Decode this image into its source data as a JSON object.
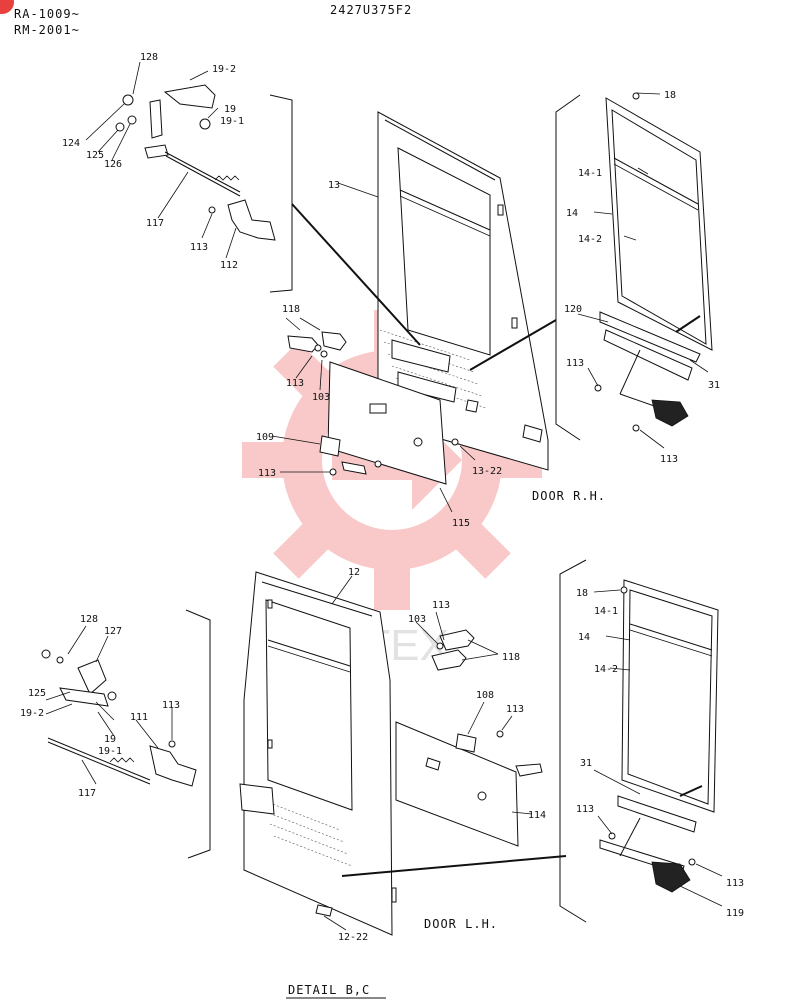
{
  "header": {
    "serial_1": "RA-1009~",
    "serial_2": "RM-2001~",
    "doc_number": "2427U375F2"
  },
  "sections": {
    "door_rh": "DOOR R.H.",
    "door_lh": "DOOR L.H.",
    "detail": "DETAIL B,C"
  },
  "labels_rh": {
    "l128": "128",
    "l19_2": "19-2",
    "l19": "19",
    "l19_1": "19-1",
    "l124": "124",
    "l125": "125",
    "l126": "126",
    "l117": "117",
    "l113a": "113",
    "l112": "112",
    "l13": "13",
    "l118": "118",
    "l113b": "113",
    "l103": "103",
    "l109": "109",
    "l113c": "113",
    "l13_22": "13-22",
    "l115": "115",
    "l18": "18",
    "l14_1": "14-1",
    "l14": "14",
    "l14_2": "14-2",
    "l120": "120",
    "l113d": "113",
    "l31": "31",
    "l113e": "113"
  },
  "labels_lh": {
    "l12": "12",
    "l128": "128",
    "l127": "127",
    "l125": "125",
    "l19_2": "19-2",
    "l19": "19",
    "l19_1": "19-1",
    "l111": "111",
    "l113a": "113",
    "l117": "117",
    "l103": "103",
    "l113b": "113",
    "l118": "118",
    "l108": "108",
    "l113c": "113",
    "l114": "114",
    "l12_22": "12-22",
    "l18": "18",
    "l14_1": "14-1",
    "l14": "14",
    "l14_2": "14-2",
    "l31": "31",
    "l113d": "113",
    "l113e": "113",
    "l119": "119"
  },
  "colors": {
    "line": "#111111",
    "watermark": "#e8403c",
    "paper": "#ffffff"
  },
  "icons": {
    "corner_badge": "red-corner-badge",
    "watermark": "gear-logo-watermark"
  }
}
